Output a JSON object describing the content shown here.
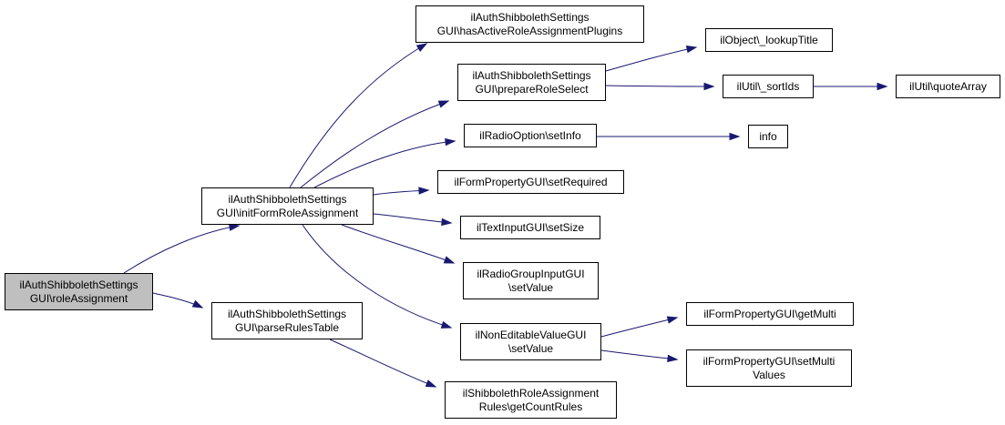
{
  "colors": {
    "edge": "#191970",
    "node_border": "#000000",
    "node_fill": "#ffffff",
    "root_fill": "#bfbfbf"
  },
  "nodes": {
    "root": {
      "lines": [
        "ilAuthShibbolethSettings",
        "GUI\\roleAssignment"
      ]
    },
    "init": {
      "lines": [
        "ilAuthShibbolethSettings",
        "GUI\\initFormRoleAssignment"
      ]
    },
    "parse": {
      "lines": [
        "ilAuthShibbolethSettings",
        "GUI\\parseRulesTable"
      ]
    },
    "hasActive": {
      "lines": [
        "ilAuthShibbolethSettings",
        "GUI\\hasActiveRoleAssignmentPlugins"
      ]
    },
    "prepare": {
      "lines": [
        "ilAuthShibbolethSettings",
        "GUI\\prepareRoleSelect"
      ]
    },
    "setInfo": {
      "lines": [
        "ilRadioOption\\setInfo"
      ]
    },
    "setReq": {
      "lines": [
        "ilFormPropertyGUI\\setRequired"
      ]
    },
    "setSize": {
      "lines": [
        "ilTextInputGUI\\setSize"
      ]
    },
    "radioSet": {
      "lines": [
        "ilRadioGroupInputGUI",
        "\\setValue"
      ]
    },
    "nonEdit": {
      "lines": [
        "ilNonEditableValueGUI",
        "\\setValue"
      ]
    },
    "countRules": {
      "lines": [
        "ilShibbolethRoleAssignment",
        "Rules\\getCountRules"
      ]
    },
    "lookup": {
      "lines": [
        "ilObject\\_lookupTitle"
      ]
    },
    "sortIds": {
      "lines": [
        "ilUtil\\_sortIds"
      ]
    },
    "quote": {
      "lines": [
        "ilUtil\\quoteArray"
      ]
    },
    "info": {
      "lines": [
        "info"
      ]
    },
    "getMulti": {
      "lines": [
        "ilFormPropertyGUI\\getMulti"
      ]
    },
    "setMulti": {
      "lines": [
        "ilFormPropertyGUI\\setMulti",
        "Values"
      ]
    }
  }
}
